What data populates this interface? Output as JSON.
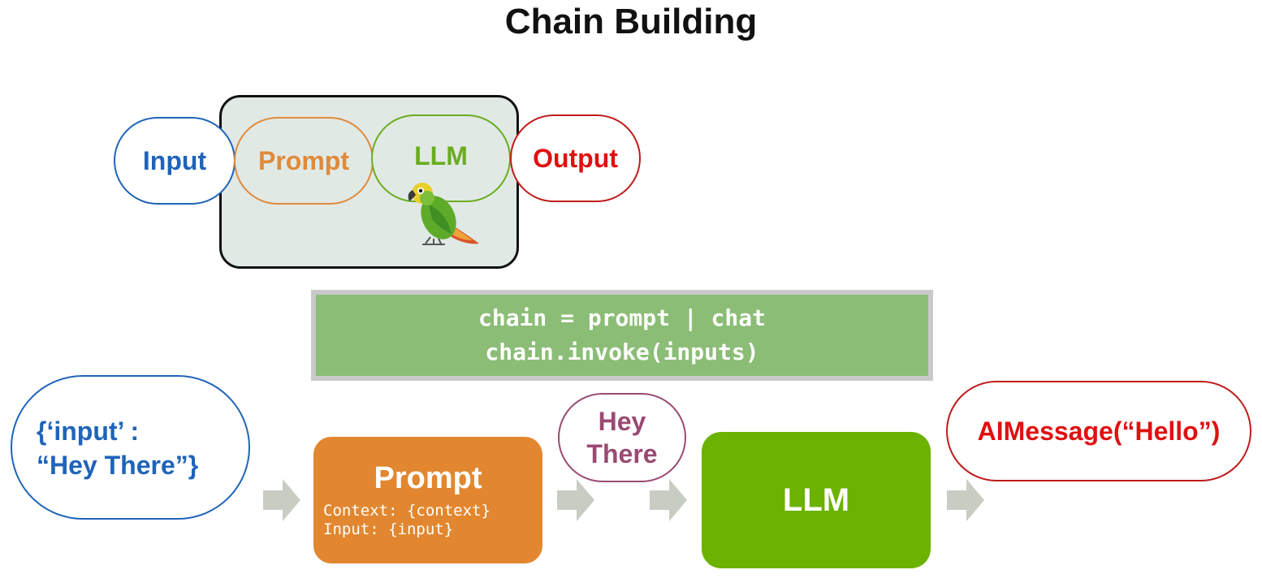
{
  "title": "Chain Building",
  "top_flow": {
    "input": "Input",
    "prompt": "Prompt",
    "llm": "LLM",
    "output": "Output"
  },
  "code": {
    "line1": "chain = prompt | chat",
    "line2": "chain.invoke(inputs)"
  },
  "bottom_flow": {
    "input_line1": "{‘input’ :",
    "input_line2": "“Hey There”}",
    "prompt_title": "Prompt",
    "prompt_line1": "Context: {context}",
    "prompt_line2": "Input: {input}",
    "hey_line1": "Hey",
    "hey_line2": "There",
    "llm": "LLM",
    "output": "AIMessage(“Hello”)"
  },
  "colors": {
    "input_blue": "#1f64b8",
    "prompt_orange": "#e2872f",
    "llm_green": "#6cb200",
    "output_red": "#e01010",
    "message_purple": "#9a4a72",
    "code_green": "#8bbd76",
    "arrow_gray": "#c8cdc4"
  },
  "icons": {
    "parrot": "parrot-icon",
    "arrow": "right-arrow-icon"
  }
}
